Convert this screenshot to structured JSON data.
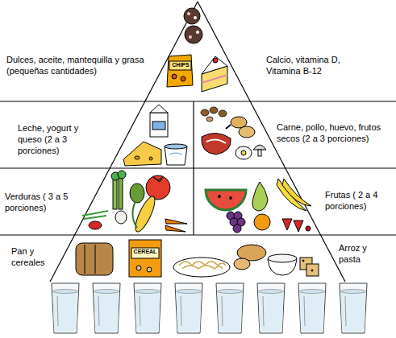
{
  "diagram": {
    "labels": [
      "Dulces, aceite, mantequilla y grasa (pequeñas cantidades)",
      "CHIPS",
      "Calcio, vitamina D, Vitamina B-12",
      "Leche, yogurt y queso (2 a 3 porciones)",
      "Carne, pollo, huevo, frutos secos (2 a 3 porciones)",
      "Verduras ( 3 a 5 porciones)",
      "Frutas ( 2 a 4 porciones)",
      "Pan y cereales",
      "CEREAL",
      "Arroz y pasta"
    ]
  }
}
